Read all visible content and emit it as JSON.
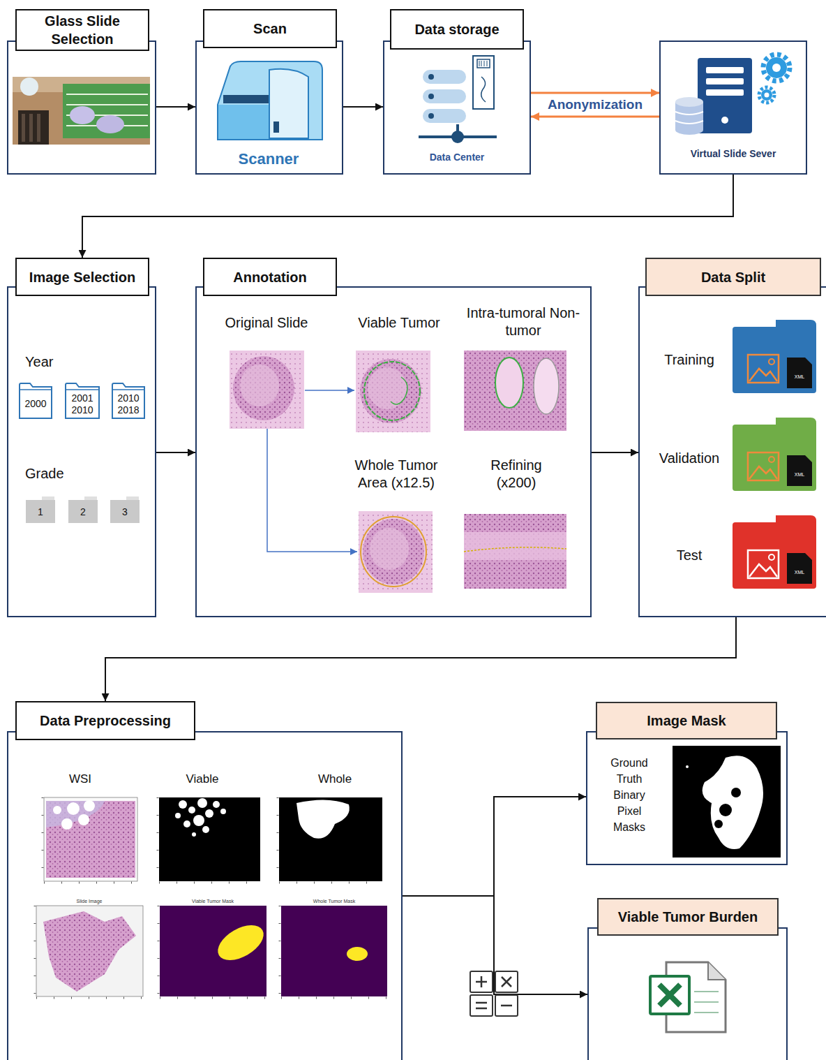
{
  "diagram": {
    "nodes": [
      {
        "text": [
          "Glass Slide Selection"
        ]
      },
      {
        "text": [
          "Scan",
          "Scanner"
        ]
      },
      {
        "text": [
          "Data storage",
          "Data Center"
        ]
      },
      {
        "text": [
          "Virtual Slide Sever"
        ]
      },
      {
        "text": [
          "Image Selection",
          "Year",
          "Grade"
        ]
      },
      {
        "text": [
          "2000"
        ],
        "in": 4
      },
      {
        "text": [
          "2001 2010"
        ],
        "in": 4
      },
      {
        "text": [
          "2010 2018"
        ],
        "in": 4
      },
      {
        "text": [
          "1"
        ],
        "in": 4
      },
      {
        "text": [
          "2"
        ],
        "in": 4
      },
      {
        "text": [
          "3"
        ],
        "in": 4
      },
      {
        "text": [
          "Annotation",
          "Original Slide",
          "Viable Tumor",
          "Intra-tumoral Non-tumor",
          "Whole Tumor Area (x12.5)",
          "Refining (x200)"
        ]
      },
      {
        "text": [
          "Data Split",
          "Training",
          "Validation",
          "Test"
        ]
      },
      {
        "text": [
          "Data Preprocessing",
          "WSI",
          "Viable",
          "Whole"
        ]
      },
      {
        "text": [
          "Image Mask",
          "Ground Truth Binary Pixel Masks"
        ]
      },
      {
        "text": [
          "Viable Tumor Burden"
        ]
      }
    ],
    "edges": [
      {
        "from": 0,
        "to": 1,
        "arrow": "to"
      },
      {
        "from": 1,
        "to": 2,
        "arrow": "to"
      },
      {
        "from": 2,
        "to": 3,
        "label": "Anonymization",
        "arrow": "to"
      },
      {
        "from": 3,
        "to": 2,
        "arrow": "to"
      },
      {
        "from": 3,
        "to": 4,
        "arrow": "to"
      },
      {
        "from": 4,
        "to": 11,
        "arrow": "to"
      },
      {
        "from": 11,
        "to": 12,
        "arrow": "to"
      },
      {
        "from": 12,
        "to": 13,
        "arrow": "to"
      },
      {
        "from": 13,
        "to": 14,
        "arrow": "to"
      },
      {
        "from": 13,
        "to": 15,
        "arrow": "to"
      }
    ],
    "labels": [
      "XML",
      "XML",
      "XML",
      "Slide Image",
      "Viable Tumor Mask",
      "Whole Tumor Mask"
    ]
  }
}
